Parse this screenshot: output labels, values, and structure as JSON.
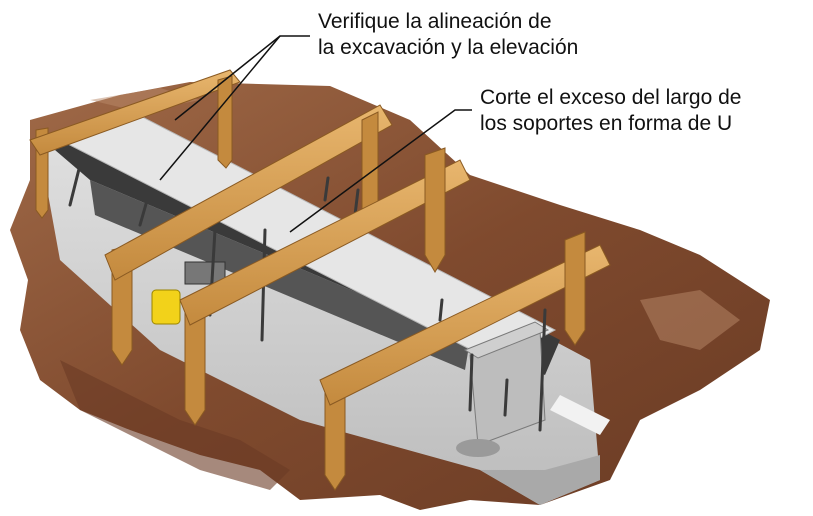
{
  "callouts": [
    {
      "line1": "Verifique la alineación de",
      "line2": "la excavación y la elevación"
    },
    {
      "line1": "Corte el exceso del largo de",
      "line2": "los soportes en forma de U"
    }
  ],
  "colors": {
    "soil": "#8a5436",
    "soil_light": "#b98a6a",
    "soil_dark": "#5c3420",
    "wood": "#d7a35a",
    "wood_dark": "#9a6a2c",
    "concrete": "#d6d6d6",
    "concrete_shade": "#a9a9a9",
    "grate": "#e6e6e6",
    "channel": "#3a3a3a",
    "yellow_cap": "#f2d21a"
  }
}
